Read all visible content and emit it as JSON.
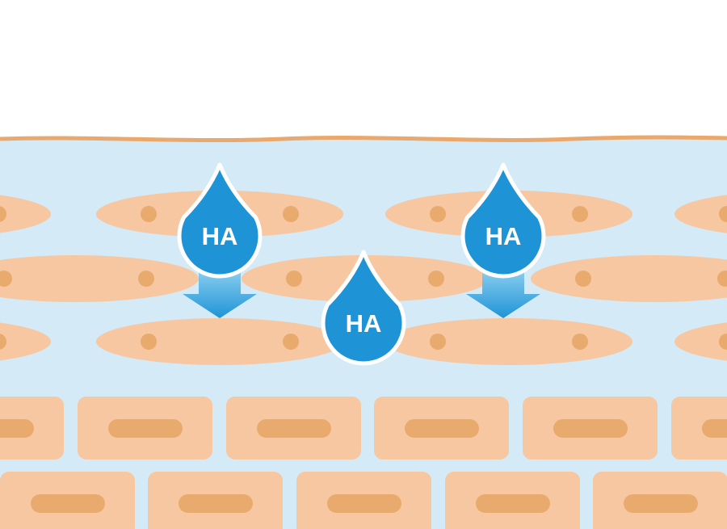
{
  "colors": {
    "background": "#ffffff",
    "skin_layer": "#d4eaf6",
    "surface_line": "#e9a96e",
    "cell_fill": "#f6c7a1",
    "nucleus": "#e9aa6e",
    "drop_fill": "#1e94d6",
    "drop_outline": "#ffffff",
    "arrow_top": "#8fd0f0",
    "arrow_bottom": "#1e94d6"
  },
  "drops": [
    {
      "label": "HA",
      "has_arrow": true,
      "icon": "water-drop-icon"
    },
    {
      "label": "HA",
      "has_arrow": false,
      "icon": "water-drop-icon"
    },
    {
      "label": "HA",
      "has_arrow": true,
      "icon": "water-drop-icon"
    }
  ]
}
